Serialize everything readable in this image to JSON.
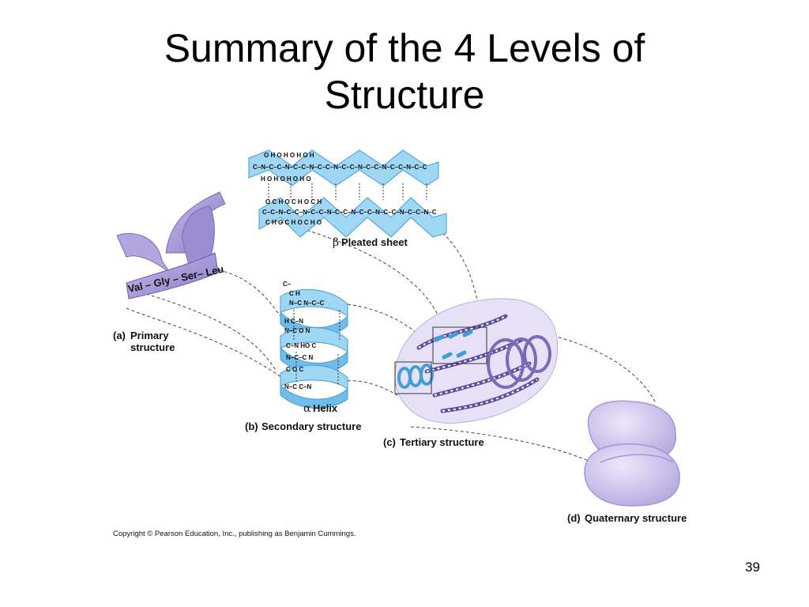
{
  "slide": {
    "title_line1": "Summary of the 4 Levels of",
    "title_line2": "Structure",
    "page_number": "39"
  },
  "figure": {
    "primary": {
      "label_letter": "(a)",
      "label_line1": "Primary",
      "label_line2": "structure",
      "residues": [
        "Val",
        "Gly",
        "Ser",
        "Leu"
      ]
    },
    "pleated_sheet": {
      "symbol": "β",
      "label": "Pleated sheet"
    },
    "helix": {
      "symbol": "α",
      "label": "Helix"
    },
    "secondary": {
      "label_letter": "(b)",
      "label": "Secondary structure"
    },
    "tertiary": {
      "label_letter": "(c)",
      "label": "Tertiary structure"
    },
    "quaternary": {
      "label_letter": "(d)",
      "label": "Quaternary structure"
    },
    "copyright": "Copyright © Pearson Education, Inc., publishing as Benjamin Cummings."
  },
  "colors": {
    "sheet_blue": "#8fd0f2",
    "sheet_edge": "#3f9fd6",
    "ribbon_purple": "#a99ad6",
    "ribbon_dark": "#6b5aa8",
    "blob_purple": "#d3caf0",
    "blob_edge": "#a596d6",
    "tertiary_cloud": "#e3def5"
  }
}
